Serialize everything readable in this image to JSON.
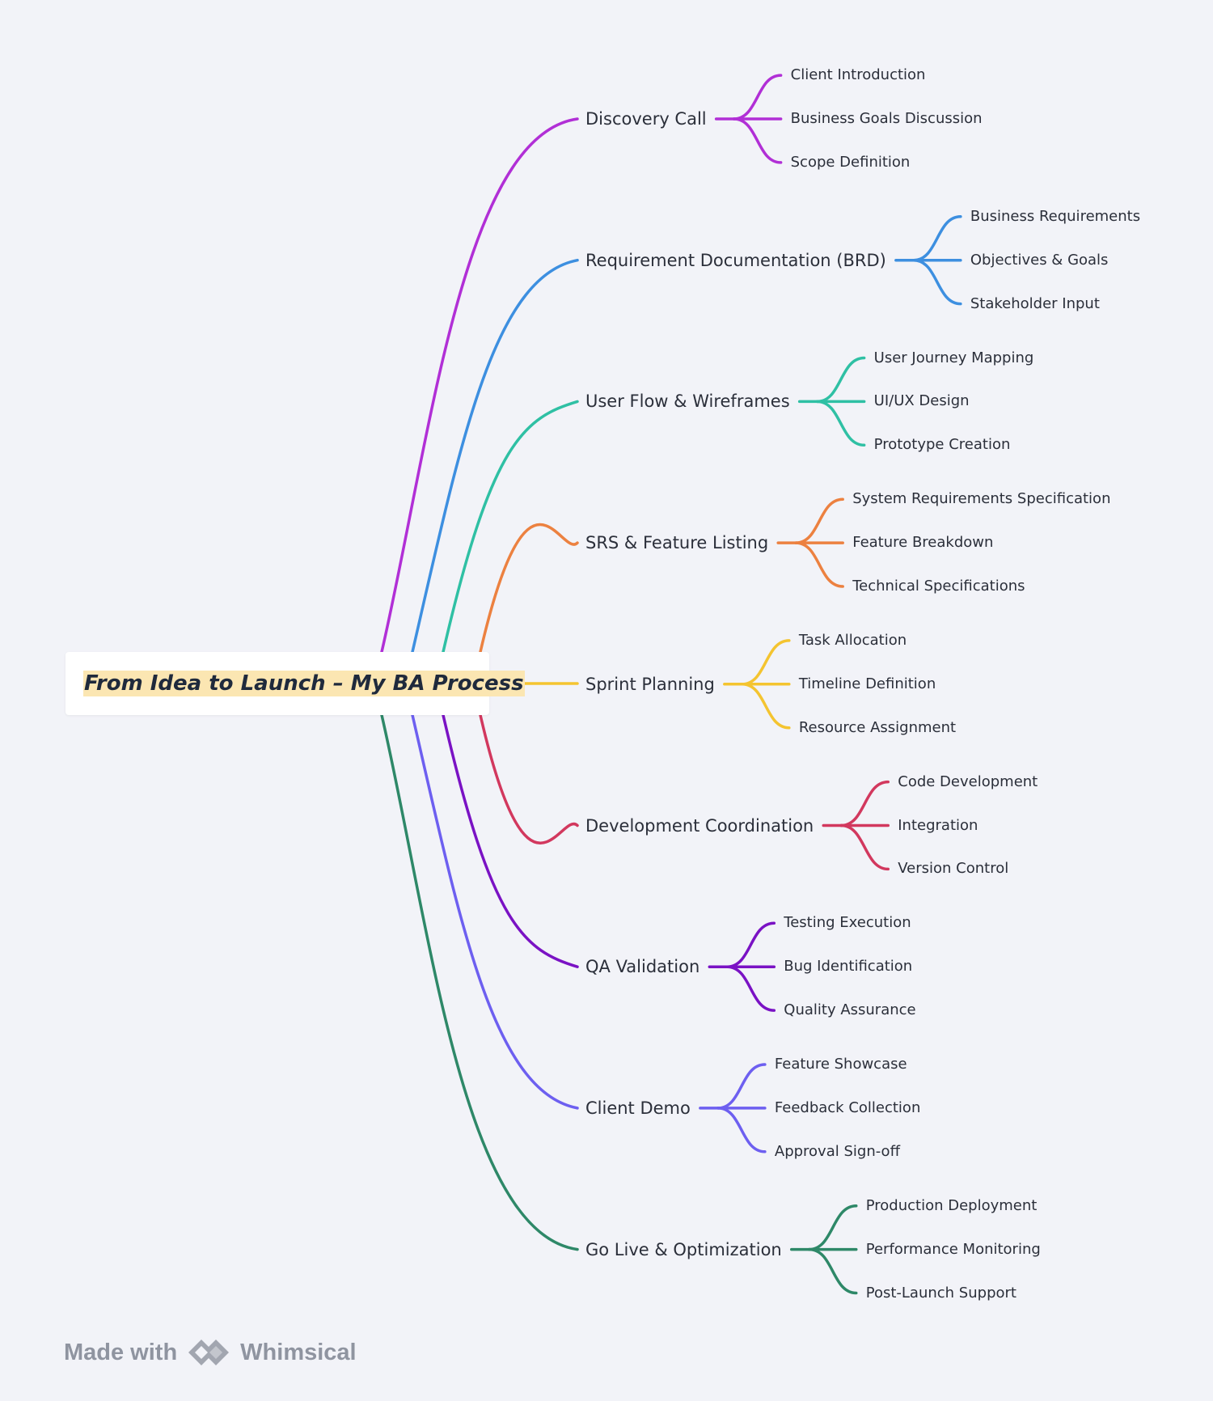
{
  "root": {
    "title": "From Idea to Launch – My BA Process"
  },
  "branches": [
    {
      "label": "Discovery Call",
      "color": "#b12fd6",
      "children": [
        "Client Introduction",
        "Business Goals Discussion",
        "Scope Definition"
      ]
    },
    {
      "label": "Requirement Documentation (BRD)",
      "color": "#3d8fe0",
      "children": [
        "Business Requirements",
        "Objectives & Goals",
        "Stakeholder Input"
      ]
    },
    {
      "label": "User Flow & Wireframes",
      "color": "#2fc0a4",
      "children": [
        "User Journey Mapping",
        "UI/UX Design",
        "Prototype Creation"
      ]
    },
    {
      "label": "SRS & Feature Listing",
      "color": "#ec8140",
      "children": [
        "System Requirements Specification",
        "Feature Breakdown",
        "Technical Specifications"
      ]
    },
    {
      "label": "Sprint Planning",
      "color": "#f4c430",
      "children": [
        "Task Allocation",
        "Timeline Definition",
        "Resource Assignment"
      ]
    },
    {
      "label": "Development Coordination",
      "color": "#d2385e",
      "children": [
        "Code Development",
        "Integration",
        "Version Control"
      ]
    },
    {
      "label": "QA Validation",
      "color": "#7a12c4",
      "children": [
        "Testing Execution",
        "Bug Identification",
        "Quality Assurance"
      ]
    },
    {
      "label": "Client Demo",
      "color": "#6d5ff0",
      "children": [
        "Feature Showcase",
        "Feedback Collection",
        "Approval Sign-off"
      ]
    },
    {
      "label": "Go Live & Optimization",
      "color": "#2e8868",
      "children": [
        "Production Deployment",
        "Performance Monitoring",
        "Post-Launch Support"
      ]
    }
  ],
  "footer": {
    "made_with": "Made with",
    "brand": "Whimsical",
    "logo_icon": "whimsical-logo-icon",
    "color": "#8f94a0"
  }
}
